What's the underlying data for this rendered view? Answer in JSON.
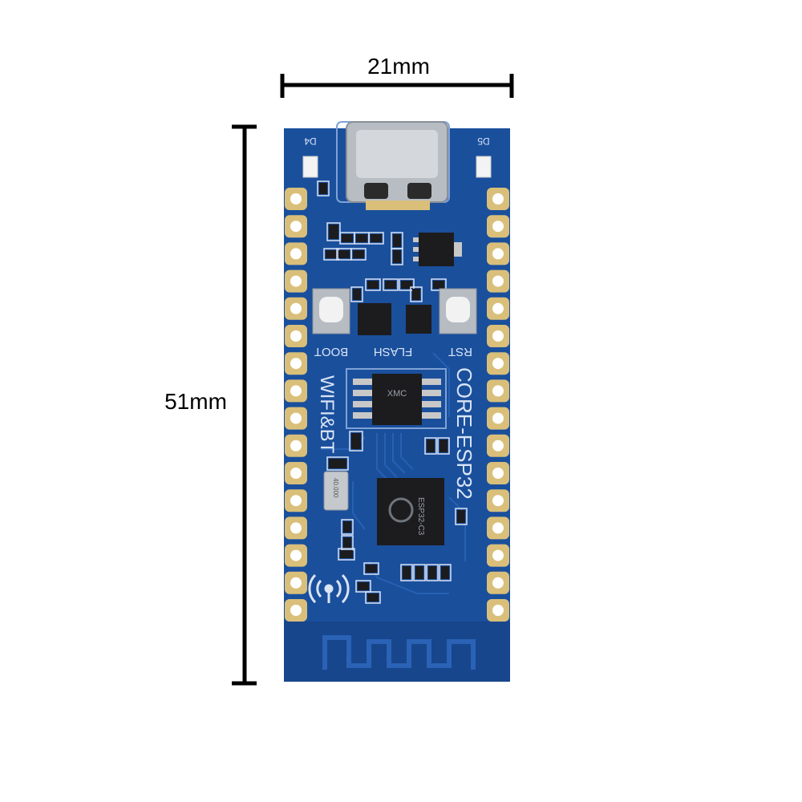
{
  "dimensions": {
    "width_label": "21mm",
    "height_label": "51mm"
  },
  "board": {
    "title": "CORE-ESP32",
    "wireless_label": "WIFI&BT",
    "buttons": {
      "boot": "BOOT",
      "flash": "FLASH",
      "reset": "RST"
    },
    "leds": {
      "left": "D4",
      "right": "D5"
    },
    "pins_per_side": 16
  },
  "chips": {
    "flash_chip_text": "XMC",
    "soc_text": "ESP32-C3",
    "crystal_text": "40.000"
  },
  "colors": {
    "pcb": "#1a4f9c",
    "pcb_dark": "#143f80",
    "pad": "#d9bf7a",
    "chip": "#1c1c1e",
    "silk": "#d9e4f5"
  }
}
